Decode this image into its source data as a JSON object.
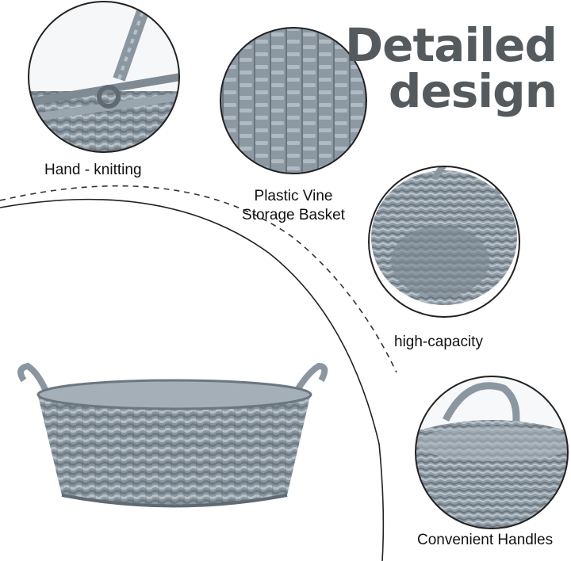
{
  "headline": {
    "line1": "Detailed",
    "line2": "design"
  },
  "features": [
    {
      "caption": "Hand - knitting"
    },
    {
      "caption_line1": "Plastic Vine",
      "caption_line2": "Storage Basket"
    },
    {
      "caption": "high-capacity"
    },
    {
      "caption": "Convenient Handles"
    }
  ],
  "colors": {
    "headline_text": "#555a5e",
    "caption_text": "#111111",
    "basket_gray": "#8e9aa3",
    "basket_shadow": "#5f6a72",
    "dash_outline": "#333333",
    "frame_outline": "#222222"
  }
}
